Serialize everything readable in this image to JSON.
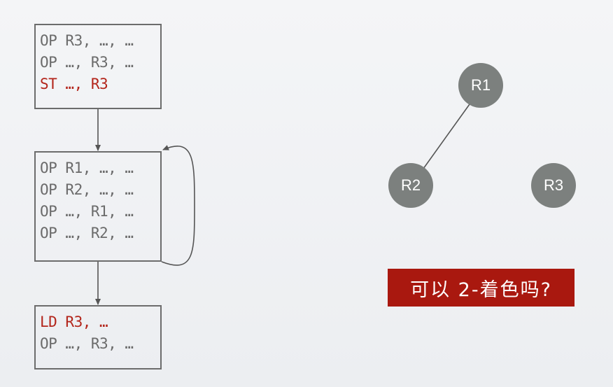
{
  "blocks": [
    {
      "lines": [
        {
          "text": "OP R3, …, …",
          "highlight": false
        },
        {
          "text": "OP …, R3, …",
          "highlight": false
        },
        {
          "text": "ST …, R3",
          "highlight": true
        }
      ]
    },
    {
      "lines": [
        {
          "text": "OP R1, …, …",
          "highlight": false
        },
        {
          "text": "OP R2, …, …",
          "highlight": false
        },
        {
          "text": "OP …, R1, …",
          "highlight": false
        },
        {
          "text": "OP …, R2, …",
          "highlight": false
        }
      ]
    },
    {
      "lines": [
        {
          "text": "LD R3, …",
          "highlight": true
        },
        {
          "text": "OP …, R3, …",
          "highlight": false
        }
      ]
    }
  ],
  "graph": {
    "nodes": [
      {
        "id": "R1",
        "label": "R1"
      },
      {
        "id": "R2",
        "label": "R2"
      },
      {
        "id": "R3",
        "label": "R3"
      }
    ],
    "edges": [
      {
        "from": "R1",
        "to": "R2"
      }
    ]
  },
  "question": "可以 2-着色吗?",
  "colors": {
    "text": "#6b6b6b",
    "highlight": "#b3251b",
    "node": "#7c807e",
    "question_bg": "#a9180f"
  }
}
